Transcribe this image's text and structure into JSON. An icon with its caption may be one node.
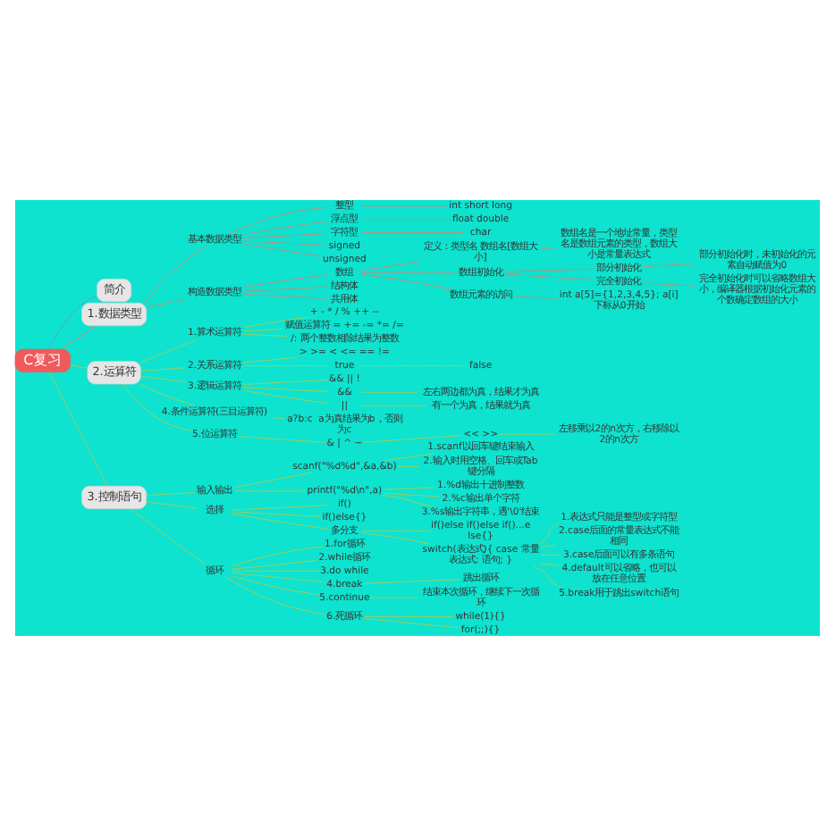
{
  "diagram": {
    "nodes": [
      {
        "text": [
          "C复习"
        ]
      },
      {
        "text": [
          "简介"
        ]
      },
      {
        "text": [
          "1.数据类型"
        ]
      },
      {
        "text": [
          "基本数据类型"
        ]
      },
      {
        "text": [
          "整型"
        ]
      },
      {
        "text": [
          "int short long"
        ]
      },
      {
        "text": [
          "浮点型"
        ]
      },
      {
        "text": [
          "float double"
        ]
      },
      {
        "text": [
          "字符型"
        ]
      },
      {
        "text": [
          "char"
        ]
      },
      {
        "text": [
          "signed"
        ]
      },
      {
        "text": [
          "unsigned"
        ]
      },
      {
        "text": [
          "构造数据类型"
        ]
      },
      {
        "text": [
          "数组"
        ]
      },
      {
        "text": [
          "定义：类型名 数组名[数组大小]"
        ]
      },
      {
        "text": [
          "数组名是一个地址常量，类型名是数组元素的类型，数组大小是常量表达式"
        ]
      },
      {
        "text": [
          "数组初始化"
        ]
      },
      {
        "text": [
          "部分初始化"
        ]
      },
      {
        "text": [
          "部分初始化时，未初始化的元素自动赋值为0"
        ]
      },
      {
        "text": [
          "完全初始化"
        ]
      },
      {
        "text": [
          "完全初始化时可以省略数组大小，编译器根据初始化元素的个数确定数组的大小"
        ]
      },
      {
        "text": [
          "数组元素的访问"
        ]
      },
      {
        "text": [
          "int a[5]={1,2,3,4,5}; a[i] 下标从0开始"
        ]
      },
      {
        "text": [
          "结构体"
        ]
      },
      {
        "text": [
          "共用体"
        ]
      },
      {
        "text": [
          "2.运算符"
        ]
      },
      {
        "text": [
          "1.算术运算符"
        ]
      },
      {
        "text": [
          "+ - * / % ++ --"
        ]
      },
      {
        "text": [
          "赋值运算符 = += -= *= /="
        ]
      },
      {
        "text": [
          "/: 两个整数相除结果为整数"
        ]
      },
      {
        "text": [
          "2.关系运算符"
        ]
      },
      {
        "text": [
          "> >= < <= == !="
        ]
      },
      {
        "text": [
          "true"
        ]
      },
      {
        "text": [
          "false"
        ]
      },
      {
        "text": [
          "3.逻辑运算符"
        ]
      },
      {
        "text": [
          "&& || !"
        ]
      },
      {
        "text": [
          "&&"
        ]
      },
      {
        "text": [
          "左右两边都为真，结果才为真"
        ]
      },
      {
        "text": [
          "||"
        ]
      },
      {
        "text": [
          "有一个为真，结果就为真"
        ]
      },
      {
        "text": [
          "4.条件运算符(三目运算符)"
        ]
      },
      {
        "text": [
          "a?b:c  a为真结果为b，否则为c"
        ]
      },
      {
        "text": [
          "5.位运算符"
        ]
      },
      {
        "text": [
          "& | ^ ~"
        ]
      },
      {
        "text": [
          "<< >>"
        ]
      },
      {
        "text": [
          "左移乘以2的n次方，右移除以2的n次方"
        ]
      },
      {
        "text": [
          "3.控制语句"
        ]
      },
      {
        "text": [
          "输入输出"
        ]
      },
      {
        "text": [
          "scanf(\"%d%d\",&a,&b)"
        ]
      },
      {
        "text": [
          "1.scanf以回车键结束输入"
        ]
      },
      {
        "text": [
          "2.输入时用空格、回车或Tab键分隔"
        ]
      },
      {
        "text": [
          "printf(\"%d\\n\",a)"
        ]
      },
      {
        "text": [
          "1.%d输出十进制整数"
        ]
      },
      {
        "text": [
          "2.%c输出单个字符"
        ]
      },
      {
        "text": [
          "3.%s输出字符串，遇'\\0'结束"
        ]
      },
      {
        "text": [
          "选择"
        ]
      },
      {
        "text": [
          "if()"
        ]
      },
      {
        "text": [
          "if()else{}"
        ]
      },
      {
        "text": [
          "多分支"
        ]
      },
      {
        "text": [
          "if()else if()else if()...else{}"
        ]
      },
      {
        "text": [
          "switch(表达式){ case 常量表达式: 语句; }"
        ]
      },
      {
        "text": [
          "1.表达式只能是整型或字符型"
        ]
      },
      {
        "text": [
          "2.case后面的常量表达式不能相同"
        ]
      },
      {
        "text": [
          "3.case后面可以有多条语句"
        ]
      },
      {
        "text": [
          "4.default可以省略，也可以放在任意位置"
        ]
      },
      {
        "text": [
          "5.break用于跳出switch语句"
        ]
      },
      {
        "text": [
          "循环"
        ]
      },
      {
        "text": [
          "1.for循环"
        ]
      },
      {
        "text": [
          "2.while循环"
        ]
      },
      {
        "text": [
          "3.do while"
        ]
      },
      {
        "text": [
          "4.break"
        ]
      },
      {
        "text": [
          "跳出循环"
        ]
      },
      {
        "text": [
          "5.continue"
        ]
      },
      {
        "text": [
          "结束本次循环，继续下一次循环"
        ]
      },
      {
        "text": [
          "6.死循环"
        ]
      },
      {
        "text": [
          "while(1){}"
        ]
      },
      {
        "text": [
          "for(;;){}"
        ]
      }
    ],
    "edges": [
      {
        "from": 0,
        "to": 1,
        "arrow": "none",
        "color": "#6b8fd6"
      },
      {
        "from": 0,
        "to": 2,
        "arrow": "none",
        "color": "#e0806a"
      },
      {
        "from": 2,
        "to": 3,
        "arrow": "none",
        "color": "#e0806a"
      },
      {
        "from": 3,
        "to": 4,
        "arrow": "none",
        "color": "#e0806a"
      },
      {
        "from": 4,
        "to": 5,
        "arrow": "none",
        "color": "#e0806a"
      },
      {
        "from": 3,
        "to": 6,
        "arrow": "none",
        "color": "#e0806a"
      },
      {
        "from": 6,
        "to": 7,
        "arrow": "none",
        "color": "#e0806a"
      },
      {
        "from": 3,
        "to": 8,
        "arrow": "none",
        "color": "#e0806a"
      },
      {
        "from": 8,
        "to": 9,
        "arrow": "none",
        "color": "#e0806a"
      },
      {
        "from": 3,
        "to": 10,
        "arrow": "none",
        "color": "#e0806a"
      },
      {
        "from": 3,
        "to": 11,
        "arrow": "none",
        "color": "#e0806a"
      },
      {
        "from": 2,
        "to": 12,
        "arrow": "none",
        "color": "#e0806a"
      },
      {
        "from": 12,
        "to": 13,
        "arrow": "none",
        "color": "#e0806a"
      },
      {
        "from": 13,
        "to": 14,
        "arrow": "none",
        "color": "#e0806a"
      },
      {
        "from": 14,
        "to": 15,
        "arrow": "none",
        "color": "#e0806a"
      },
      {
        "from": 13,
        "to": 16,
        "arrow": "none",
        "color": "#e0806a"
      },
      {
        "from": 16,
        "to": 17,
        "arrow": "none",
        "color": "#e0806a"
      },
      {
        "from": 17,
        "to": 18,
        "arrow": "none",
        "color": "#e0806a"
      },
      {
        "from": 16,
        "to": 19,
        "arrow": "none",
        "color": "#e0806a"
      },
      {
        "from": 19,
        "to": 20,
        "arrow": "none",
        "color": "#e0806a"
      },
      {
        "from": 13,
        "to": 21,
        "arrow": "none",
        "color": "#e0806a"
      },
      {
        "from": 21,
        "to": 22,
        "arrow": "none",
        "color": "#e0806a"
      },
      {
        "from": 12,
        "to": 23,
        "arrow": "none",
        "color": "#e0806a"
      },
      {
        "from": 12,
        "to": 24,
        "arrow": "none",
        "color": "#e0806a"
      },
      {
        "from": 0,
        "to": 25,
        "arrow": "none"
      },
      {
        "from": 25,
        "to": 26,
        "arrow": "none"
      },
      {
        "from": 26,
        "to": 27,
        "arrow": "none"
      },
      {
        "from": 26,
        "to": 28,
        "arrow": "none"
      },
      {
        "from": 26,
        "to": 29,
        "arrow": "none"
      },
      {
        "from": 25,
        "to": 30,
        "arrow": "none"
      },
      {
        "from": 30,
        "to": 31,
        "arrow": "none"
      },
      {
        "from": 30,
        "to": 32,
        "arrow": "none"
      },
      {
        "from": 32,
        "to": 33,
        "arrow": "none"
      },
      {
        "from": 25,
        "to": 34,
        "arrow": "none"
      },
      {
        "from": 34,
        "to": 35,
        "arrow": "none"
      },
      {
        "from": 34,
        "to": 36,
        "arrow": "none"
      },
      {
        "from": 36,
        "to": 37,
        "arrow": "none"
      },
      {
        "from": 34,
        "to": 38,
        "arrow": "none"
      },
      {
        "from": 38,
        "to": 39,
        "arrow": "none"
      },
      {
        "from": 25,
        "to": 40,
        "arrow": "none"
      },
      {
        "from": 40,
        "to": 41,
        "arrow": "none"
      },
      {
        "from": 25,
        "to": 42,
        "arrow": "none"
      },
      {
        "from": 42,
        "to": 43,
        "arrow": "none"
      },
      {
        "from": 43,
        "to": 44,
        "arrow": "none"
      },
      {
        "from": 44,
        "to": 45,
        "arrow": "none"
      },
      {
        "from": 0,
        "to": 46,
        "arrow": "none"
      },
      {
        "from": 46,
        "to": 47,
        "arrow": "none"
      },
      {
        "from": 47,
        "to": 48,
        "arrow": "none"
      },
      {
        "from": 48,
        "to": 49,
        "arrow": "none"
      },
      {
        "from": 48,
        "to": 50,
        "arrow": "none"
      },
      {
        "from": 47,
        "to": 51,
        "arrow": "none"
      },
      {
        "from": 51,
        "to": 52,
        "arrow": "none"
      },
      {
        "from": 51,
        "to": 53,
        "arrow": "none"
      },
      {
        "from": 51,
        "to": 54,
        "arrow": "none"
      },
      {
        "from": 46,
        "to": 55,
        "arrow": "none"
      },
      {
        "from": 55,
        "to": 56,
        "arrow": "none"
      },
      {
        "from": 55,
        "to": 57,
        "arrow": "none"
      },
      {
        "from": 55,
        "to": 58,
        "arrow": "none"
      },
      {
        "from": 58,
        "to": 59,
        "arrow": "none"
      },
      {
        "from": 58,
        "to": 60,
        "arrow": "none"
      },
      {
        "from": 60,
        "to": 61,
        "arrow": "none"
      },
      {
        "from": 60,
        "to": 62,
        "arrow": "none"
      },
      {
        "from": 60,
        "to": 63,
        "arrow": "none"
      },
      {
        "from": 60,
        "to": 64,
        "arrow": "none"
      },
      {
        "from": 60,
        "to": 65,
        "arrow": "none"
      },
      {
        "from": 46,
        "to": 66,
        "arrow": "none"
      },
      {
        "from": 66,
        "to": 67,
        "arrow": "none"
      },
      {
        "from": 66,
        "to": 68,
        "arrow": "none"
      },
      {
        "from": 66,
        "to": 69,
        "arrow": "none"
      },
      {
        "from": 66,
        "to": 70,
        "arrow": "none"
      },
      {
        "from": 70,
        "to": 71,
        "arrow": "none"
      },
      {
        "from": 66,
        "to": 72,
        "arrow": "none"
      },
      {
        "from": 72,
        "to": 73,
        "arrow": "none"
      },
      {
        "from": 66,
        "to": 74,
        "arrow": "none"
      },
      {
        "from": 74,
        "to": 75,
        "arrow": "none"
      },
      {
        "from": 74,
        "to": 76,
        "arrow": "none"
      }
    ]
  }
}
